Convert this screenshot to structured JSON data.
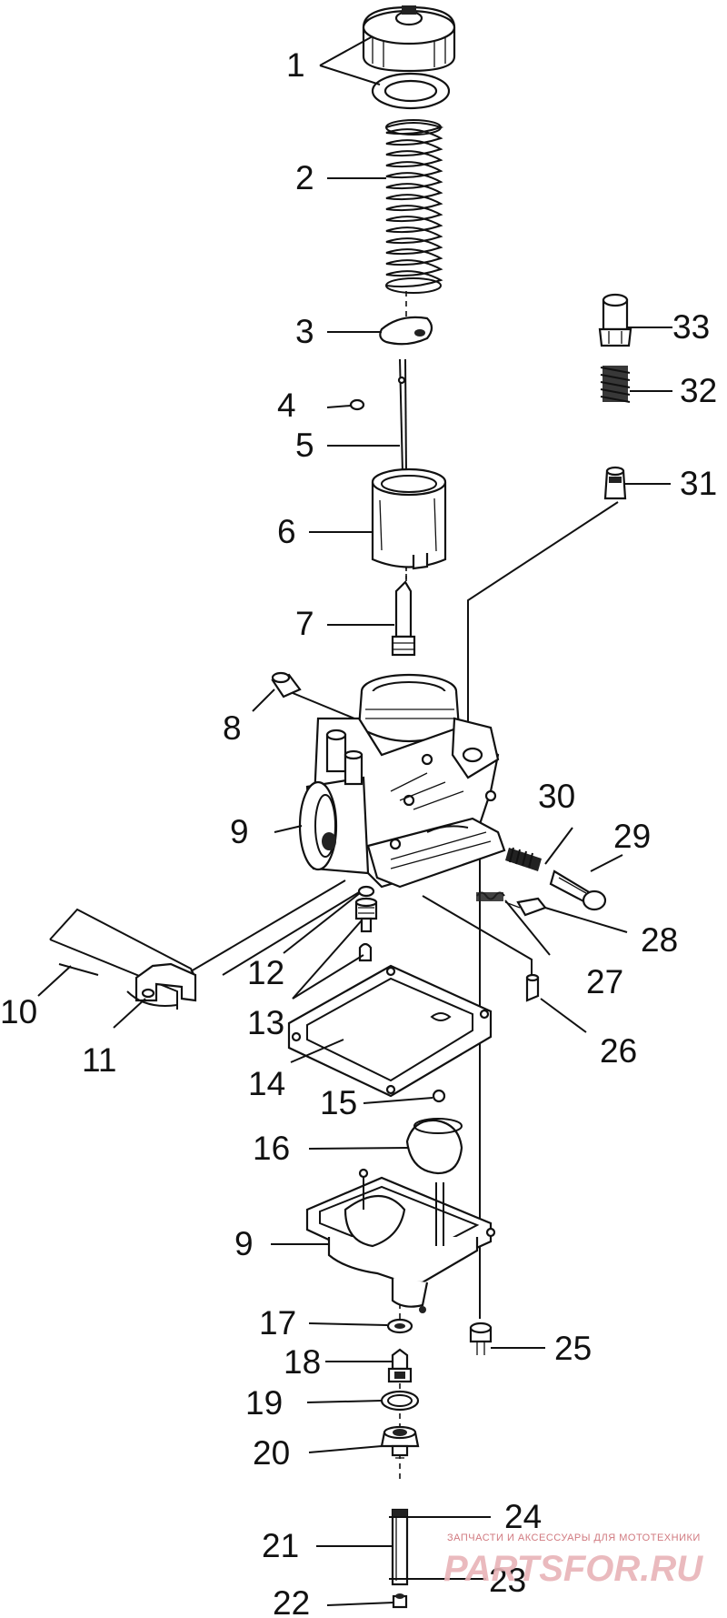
{
  "callouts": [
    {
      "id": "1",
      "text": "1"
    },
    {
      "id": "2",
      "text": "2"
    },
    {
      "id": "3",
      "text": "3"
    },
    {
      "id": "4",
      "text": "4"
    },
    {
      "id": "5",
      "text": "5"
    },
    {
      "id": "6",
      "text": "6"
    },
    {
      "id": "7",
      "text": "7"
    },
    {
      "id": "8",
      "text": "8"
    },
    {
      "id": "9a",
      "text": "9"
    },
    {
      "id": "9b",
      "text": "9"
    },
    {
      "id": "10",
      "text": "10"
    },
    {
      "id": "11",
      "text": "11"
    },
    {
      "id": "12",
      "text": "12"
    },
    {
      "id": "13",
      "text": "13"
    },
    {
      "id": "14",
      "text": "14"
    },
    {
      "id": "15",
      "text": "15"
    },
    {
      "id": "16",
      "text": "16"
    },
    {
      "id": "17",
      "text": "17"
    },
    {
      "id": "18",
      "text": "18"
    },
    {
      "id": "19",
      "text": "19"
    },
    {
      "id": "20",
      "text": "20"
    },
    {
      "id": "21",
      "text": "21"
    },
    {
      "id": "22",
      "text": "22"
    },
    {
      "id": "23",
      "text": "23"
    },
    {
      "id": "24",
      "text": "24"
    },
    {
      "id": "25",
      "text": "25"
    },
    {
      "id": "26",
      "text": "26"
    },
    {
      "id": "27",
      "text": "27"
    },
    {
      "id": "28",
      "text": "28"
    },
    {
      "id": "29",
      "text": "29"
    },
    {
      "id": "30",
      "text": "30"
    },
    {
      "id": "31",
      "text": "31"
    },
    {
      "id": "32",
      "text": "32"
    },
    {
      "id": "33",
      "text": "33"
    }
  ],
  "watermark": {
    "tagline": "ЗАПЧАСТИ И АКСЕССУАРЫ ДЛЯ МОТОТЕХНИКИ",
    "brand": "PARTSFOR.RU",
    "color": "#cc6b72"
  }
}
